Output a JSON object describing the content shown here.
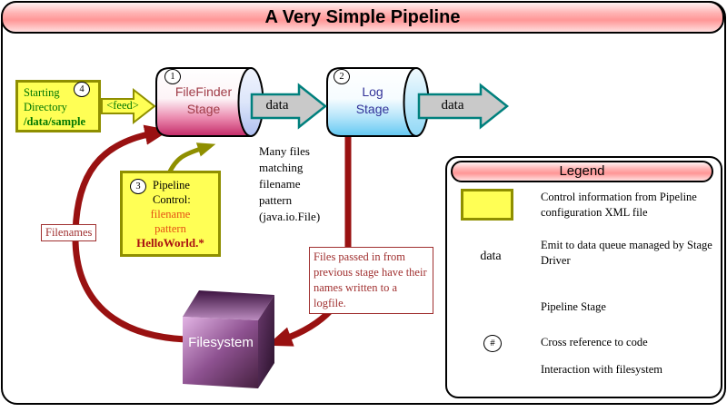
{
  "title": "A Very Simple Pipeline",
  "diagram": {
    "start_box": {
      "line1": "Starting",
      "line2": "Directory",
      "path": "/data/sample",
      "ref": "4"
    },
    "feed_label": "<feed>",
    "stages": [
      {
        "ref": "1",
        "line1": "FileFinder",
        "line2": "Stage"
      },
      {
        "ref": "2",
        "line1": "Log",
        "line2": "Stage"
      }
    ],
    "data_label_1": "data",
    "data_label_2": "data",
    "control_box": {
      "ref": "3",
      "title_line1": "Pipeline",
      "title_line2": "Control:",
      "pattern_word1": "filename",
      "pattern_word2": "pattern",
      "pattern_value": "HelloWorld.*"
    },
    "many_files_note": [
      "Many files",
      "matching",
      "filename",
      "pattern",
      "(java.io.File)"
    ],
    "filenames_label": "Filenames",
    "log_note": "Files passed in from previous stage have their names written to a logfile.",
    "filesystem_label": "Filesystem"
  },
  "legend": {
    "title": "Legend",
    "items": [
      {
        "icon": "control-box-swatch",
        "label": "Control information from Pipeline configuration XML file"
      },
      {
        "icon": "data-arrow-swatch",
        "swatch_text": "data",
        "label": "Emit to data queue managed by Stage Driver"
      },
      {
        "icon": "pipeline-stage-cylinder-swatch",
        "label": "Pipeline Stage"
      },
      {
        "icon": "cross-reference-circle-swatch",
        "swatch_text": "#",
        "label": "Cross reference to code"
      },
      {
        "icon": "filesystem-arrow-swatch",
        "label": "Interaction with filesystem"
      }
    ]
  },
  "colors": {
    "title_gradient_mid": "#ff9696",
    "control_yellow": "#ffff55",
    "olive_border": "#8f8f00",
    "green_text": "#007700",
    "dark_red_arrow": "#991111",
    "red_note_text": "#a03030",
    "filefinder_text": "#a03c48",
    "log_text": "#333399",
    "pattern_orange": "#e55014",
    "pattern_value_red": "#aa1111",
    "data_arrow_fill": "#c9c9c9",
    "data_arrow_border": "#00807d",
    "stage_pink": "#c42a68",
    "stage_cyan": "#62c8f2",
    "cube_purple": "#8e5291"
  }
}
